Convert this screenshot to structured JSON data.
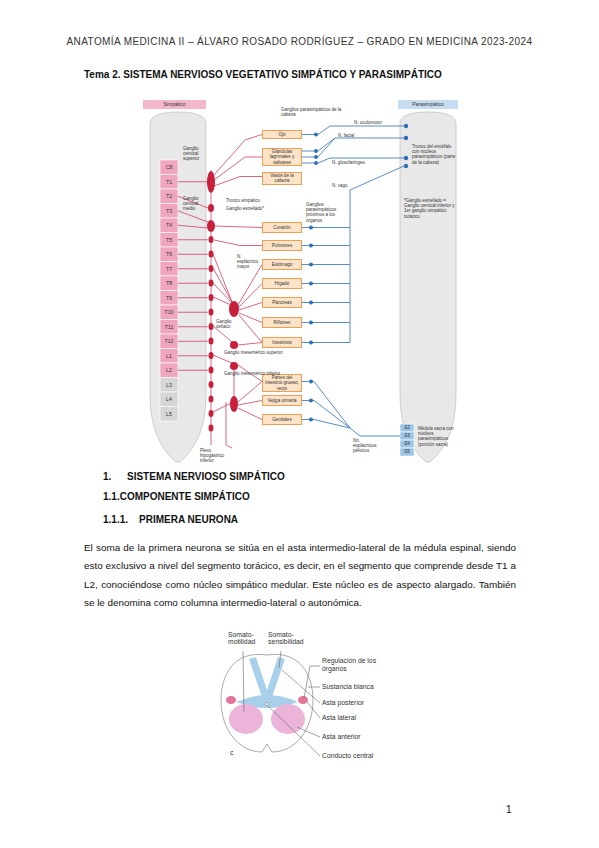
{
  "diagram": {
    "title": "Tema 2. SISTEMA NERVIOSO VEGETATIVO SIMPÁTICO Y PARASIMPÁTICO",
    "nodes": [
      {
        "text": [
          "Simpático"
        ]
      },
      {
        "text": [
          "Parasimpático"
        ]
      },
      {
        "text": [
          "Ojo"
        ]
      },
      {
        "text": [
          "Glándulas lagrimales y salivares"
        ]
      },
      {
        "text": [
          "Vasos de la cabeza"
        ]
      },
      {
        "text": [
          "Corazón"
        ]
      },
      {
        "text": [
          "Pulmones"
        ]
      },
      {
        "text": [
          "Estómago"
        ]
      },
      {
        "text": [
          "Hígado"
        ]
      },
      {
        "text": [
          "Páncreas"
        ]
      },
      {
        "text": [
          "Riñones"
        ]
      },
      {
        "text": [
          "Intestinos"
        ]
      },
      {
        "text": [
          "Partes del intestino grueso, recto"
        ]
      },
      {
        "text": [
          "Vejiga urinaria"
        ]
      },
      {
        "text": [
          "Genitales"
        ]
      }
    ],
    "labels": [
      "ANATOMÍA MEDICINA II – ÁLVARO ROSADO RODRÍGUEZ – GRADO EN MEDICINA 2023-2024",
      "Ganglios parasimpáticos de la cabeza",
      "N. oculomotor",
      "Ganglio cervical superior",
      "N. facial",
      "Tronco del encéfalo con núcleos parasimpáticos (parte de la cabeza)",
      "N. glosofaríngeo",
      "N. vago",
      "Ganglio cervical medio",
      "Tronco simpático",
      "Ganglio estrellado*",
      "Ganglios parasimpáticos próximos a los órganos",
      "*Ganglio estrellado = Ganglio cervical inferior y 1er ganglio simpático torácico",
      "N. esplácnico mayor",
      "Ganglio celíaco",
      "Ganglio mesentérico superior",
      "Ganglio mesentérico inferior",
      "Plexo hipogástrico inferior",
      "Nn. esplácnicos pélvicos",
      "Médula sacra con núcleos parasimpáticos (porción sacra)",
      "C8",
      "T1",
      "T2",
      "T3",
      "T4",
      "T5",
      "T6",
      "T7",
      "T8",
      "T9",
      "T10",
      "T11",
      "T12",
      "L1",
      "L2",
      "L3",
      "L4",
      "L5",
      "S2",
      "S3",
      "S4",
      "S5",
      "1.",
      "SISTEMA NERVIOSO SIMPÁTICO",
      "1.1.COMPONENTE SIMPÁTICO",
      "1.1.1.",
      "PRIMERA NEURONA",
      "El soma de la primera neurona se sitúa en el asta intermedio-lateral de la médula espinal, siendo esto exclusivo a nivel del segmento torácico, es decir, en el segmento que comprende desde T1 a L2, conociéndose como núcleo simpático medular. Este núcleo es de aspecto alargado. También se le denomina como columna intermedio-lateral o autonómica.",
      "Somato-motilidad",
      "Somato-sensibilidad",
      "Regulación de los órganos",
      "Sustancia blanca",
      "Asta posterior",
      "Asta lateral",
      "Asta anterior",
      "Conducto central",
      "c",
      "1"
    ]
  }
}
